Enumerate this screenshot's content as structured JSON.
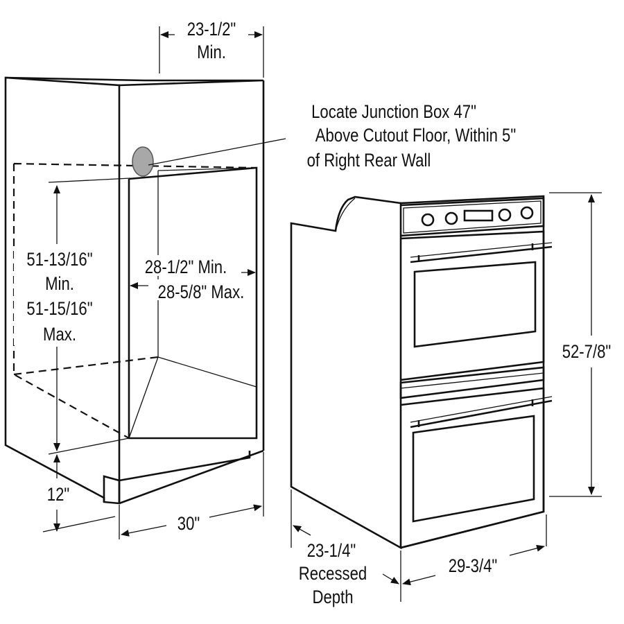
{
  "cabinet": {
    "width_top": "23-1/2\"",
    "width_top_sub": "Min.",
    "junction_line1": "Locate Junction Box 47\"",
    "junction_line2": "Above Cutout Floor, Within 5\"",
    "junction_line3": "of Right Rear Wall",
    "cutout_height_1": "51-13/16\"",
    "cutout_height_2": "Min.",
    "cutout_height_3": "51-15/16\"",
    "cutout_height_4": "Max.",
    "cutout_width_1": "28-1/2\" Min.",
    "cutout_width_2": "28-5/8\" Max.",
    "base_height": "12\"",
    "cabinet_width": "30\""
  },
  "oven": {
    "height": "52-7/8\"",
    "depth_1": "23-1/4\"",
    "depth_2": "Recessed",
    "depth_3": "Depth",
    "width": "29-3/4\""
  },
  "colors": {
    "line": "#111111",
    "junction_box": "#a8a8a8",
    "background": "#ffffff"
  }
}
